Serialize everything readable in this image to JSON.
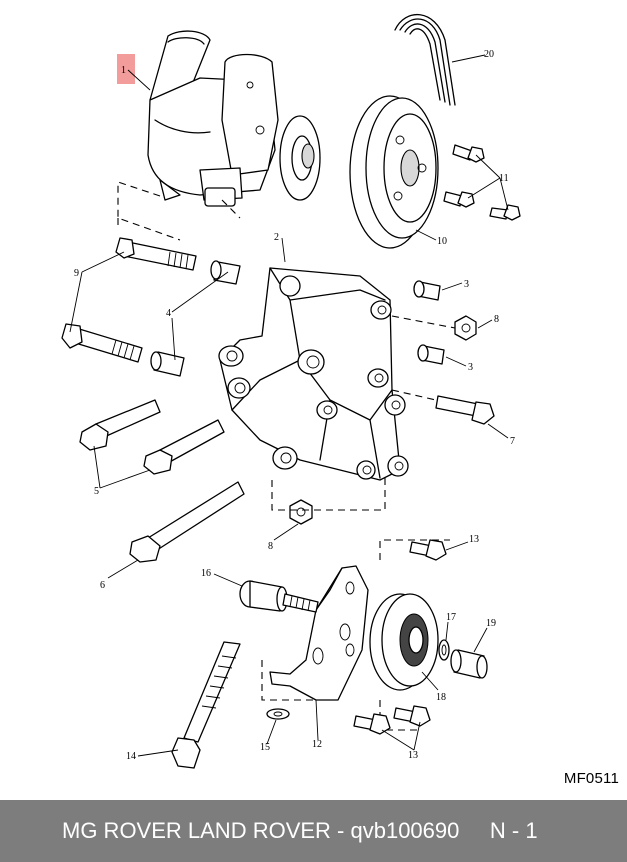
{
  "diagram": {
    "callouts": {
      "c1": "1",
      "c2": "2",
      "c3a": "3",
      "c3b": "3",
      "c4": "4",
      "c5": "5",
      "c6": "6",
      "c7": "7",
      "c8a": "8",
      "c8b": "8",
      "c9": "9",
      "c10": "10",
      "c11": "11",
      "c12": "12",
      "c13a": "13",
      "c13b": "13",
      "c14": "14",
      "c15": "15",
      "c16": "16",
      "c17": "17",
      "c18": "18",
      "c19": "19",
      "c20": "20"
    },
    "reference_code": "MF0511",
    "highlight_color": "#f08b8b"
  },
  "footer": {
    "text": "MG ROVER LAND ROVER - qvb100690     N - 1",
    "background": "#7d7d7d"
  }
}
